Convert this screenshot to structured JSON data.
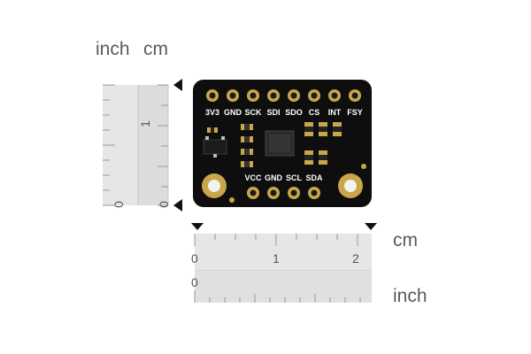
{
  "vertical_scale": {
    "unit_left": "inch",
    "unit_right": "cm",
    "inch_zero": "0",
    "cm_zero": "0",
    "cm_one": "1"
  },
  "horizontal_scale": {
    "unit_top": "cm",
    "unit_bottom": "inch",
    "cm_ticks": [
      "0",
      "1",
      "2"
    ],
    "inch_zero": "0"
  },
  "board": {
    "top_pins": [
      "3V3",
      "GND",
      "SCK",
      "SDI",
      "SDO",
      "CS",
      "INT",
      "FSY"
    ],
    "bottom_pins": [
      "VCC",
      "GND",
      "SCL",
      "SDA"
    ]
  },
  "icons": {
    "marker_top_left": "triangle-marker-icon",
    "marker_bottom_left": "triangle-marker-icon"
  },
  "colors": {
    "pcb": "#0e0e0e",
    "pad_gold": "#c9a64a",
    "ruler_fill": "#e6e6e6"
  }
}
